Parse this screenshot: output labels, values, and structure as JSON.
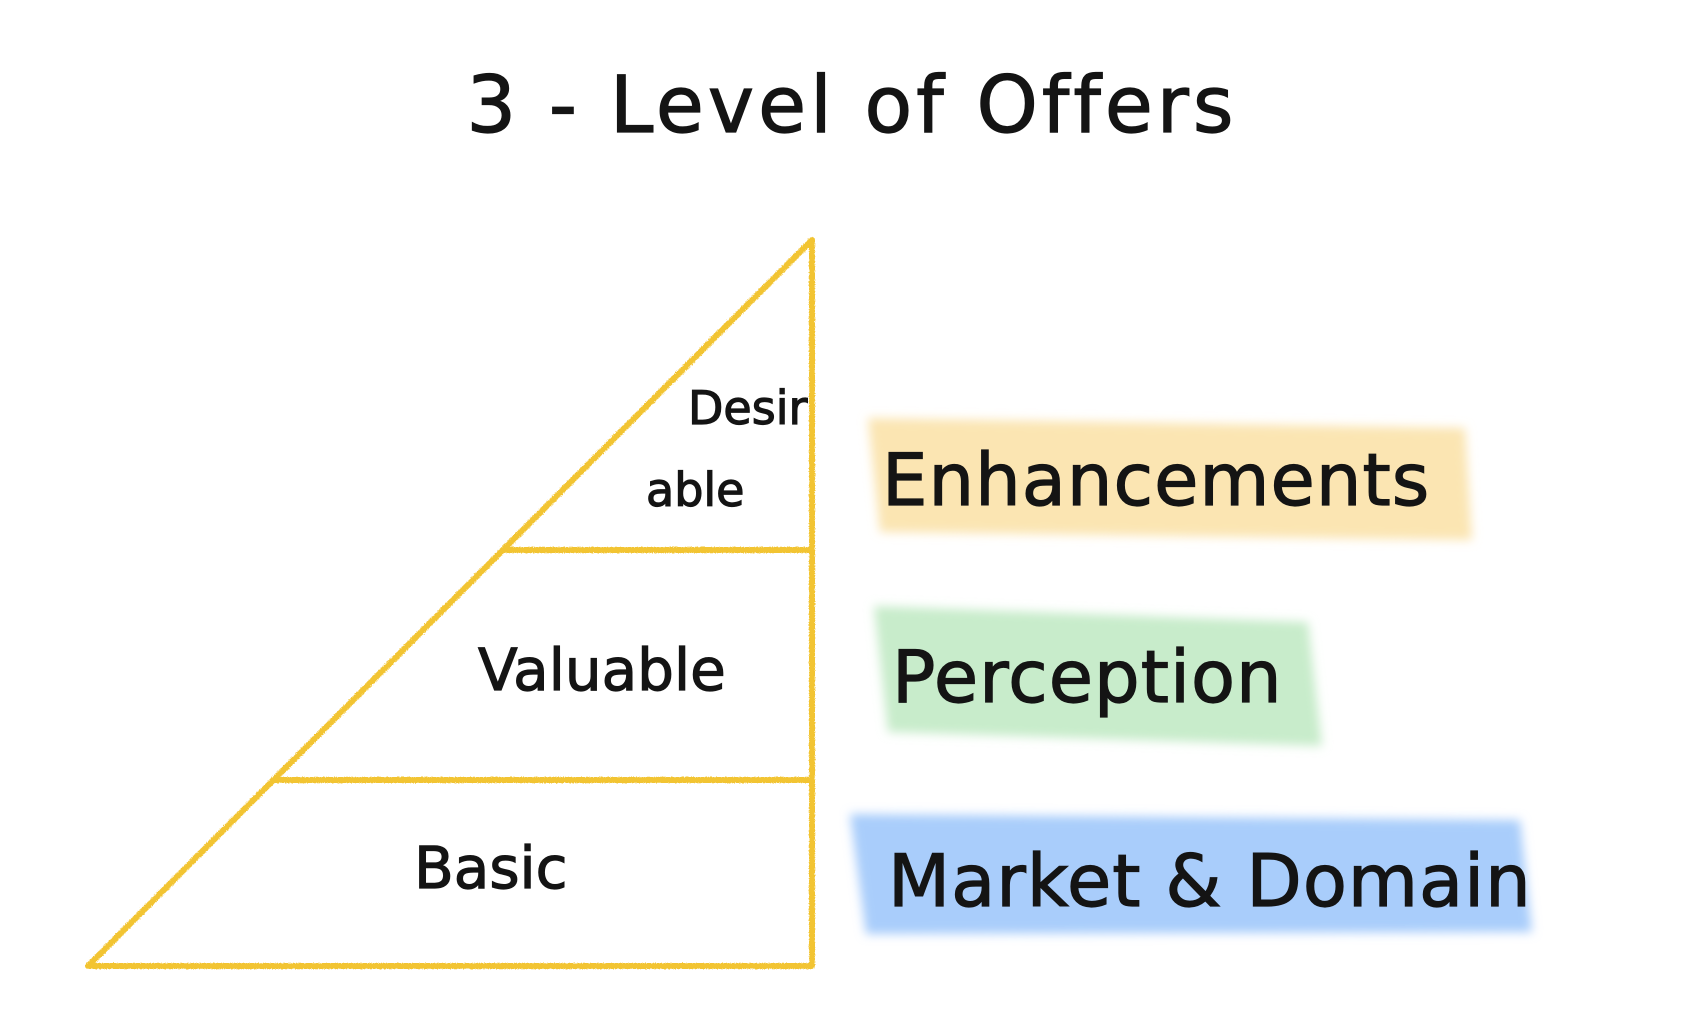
{
  "title": "3 - Level of Offers",
  "colors": {
    "outline": "#f2c430",
    "highlight_enhancements": "#fbe5b2",
    "highlight_perception": "#c8eccb",
    "highlight_market": "#a9cdfb"
  },
  "tiers": [
    {
      "label_line1": "Desir",
      "label_line2": "able"
    },
    {
      "label": "Valuable"
    },
    {
      "label": "Basic"
    }
  ],
  "categories": [
    {
      "label": "Enhancements"
    },
    {
      "label": "Perception"
    },
    {
      "label": "Market & Domain"
    }
  ]
}
